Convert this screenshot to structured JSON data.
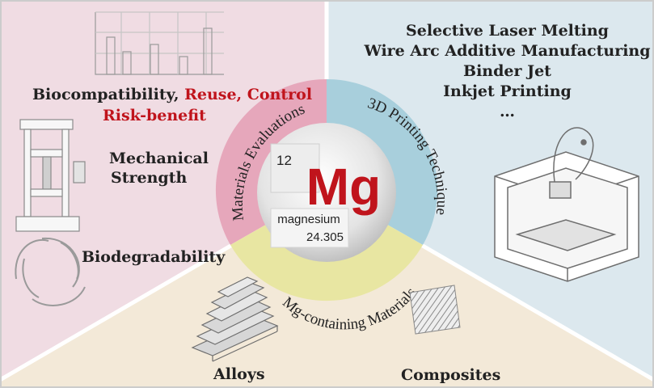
{
  "colors": {
    "evaluations_bg": "#f0dce3",
    "printing_bg": "#dce8ee",
    "materials_bg": "#f3e9d8",
    "ring_pink": "#e6a7bb",
    "ring_blue": "#a8cfdc",
    "ring_yellow": "#e8e6a2",
    "accent_red": "#c0141c",
    "text_dark": "#222222",
    "divider": "#ffffff"
  },
  "evaluations": {
    "ring_label": "Materials Evaluations",
    "biocompatibility": "Biocompatibility,",
    "reuse": "Reuse,",
    "control": "Control",
    "risk_benefit": "Risk-benefit",
    "mechanical_line1": "Mechanical",
    "mechanical_line2": "Strength",
    "biodegradability": "Biodegradability",
    "icons": [
      "bar-chart-icon",
      "tensile-tester-icon",
      "recycle-icon"
    ]
  },
  "printing": {
    "ring_label": "3D Printing Technique",
    "techniques": [
      "Selective Laser Melting",
      "Wire Arc Additive Manufacturing",
      "Binder Jet",
      "Inkjet Printing",
      "…"
    ],
    "icons": [
      "3d-printer-icon"
    ]
  },
  "materials": {
    "ring_label": "Mg-containing Materials",
    "alloys": "Alloys",
    "composites": "Composites",
    "icons": [
      "alloy-bars-icon",
      "composite-block-icon"
    ]
  },
  "element": {
    "number": "12",
    "symbol": "Mg",
    "name": "magnesium",
    "mass": "24.305"
  }
}
